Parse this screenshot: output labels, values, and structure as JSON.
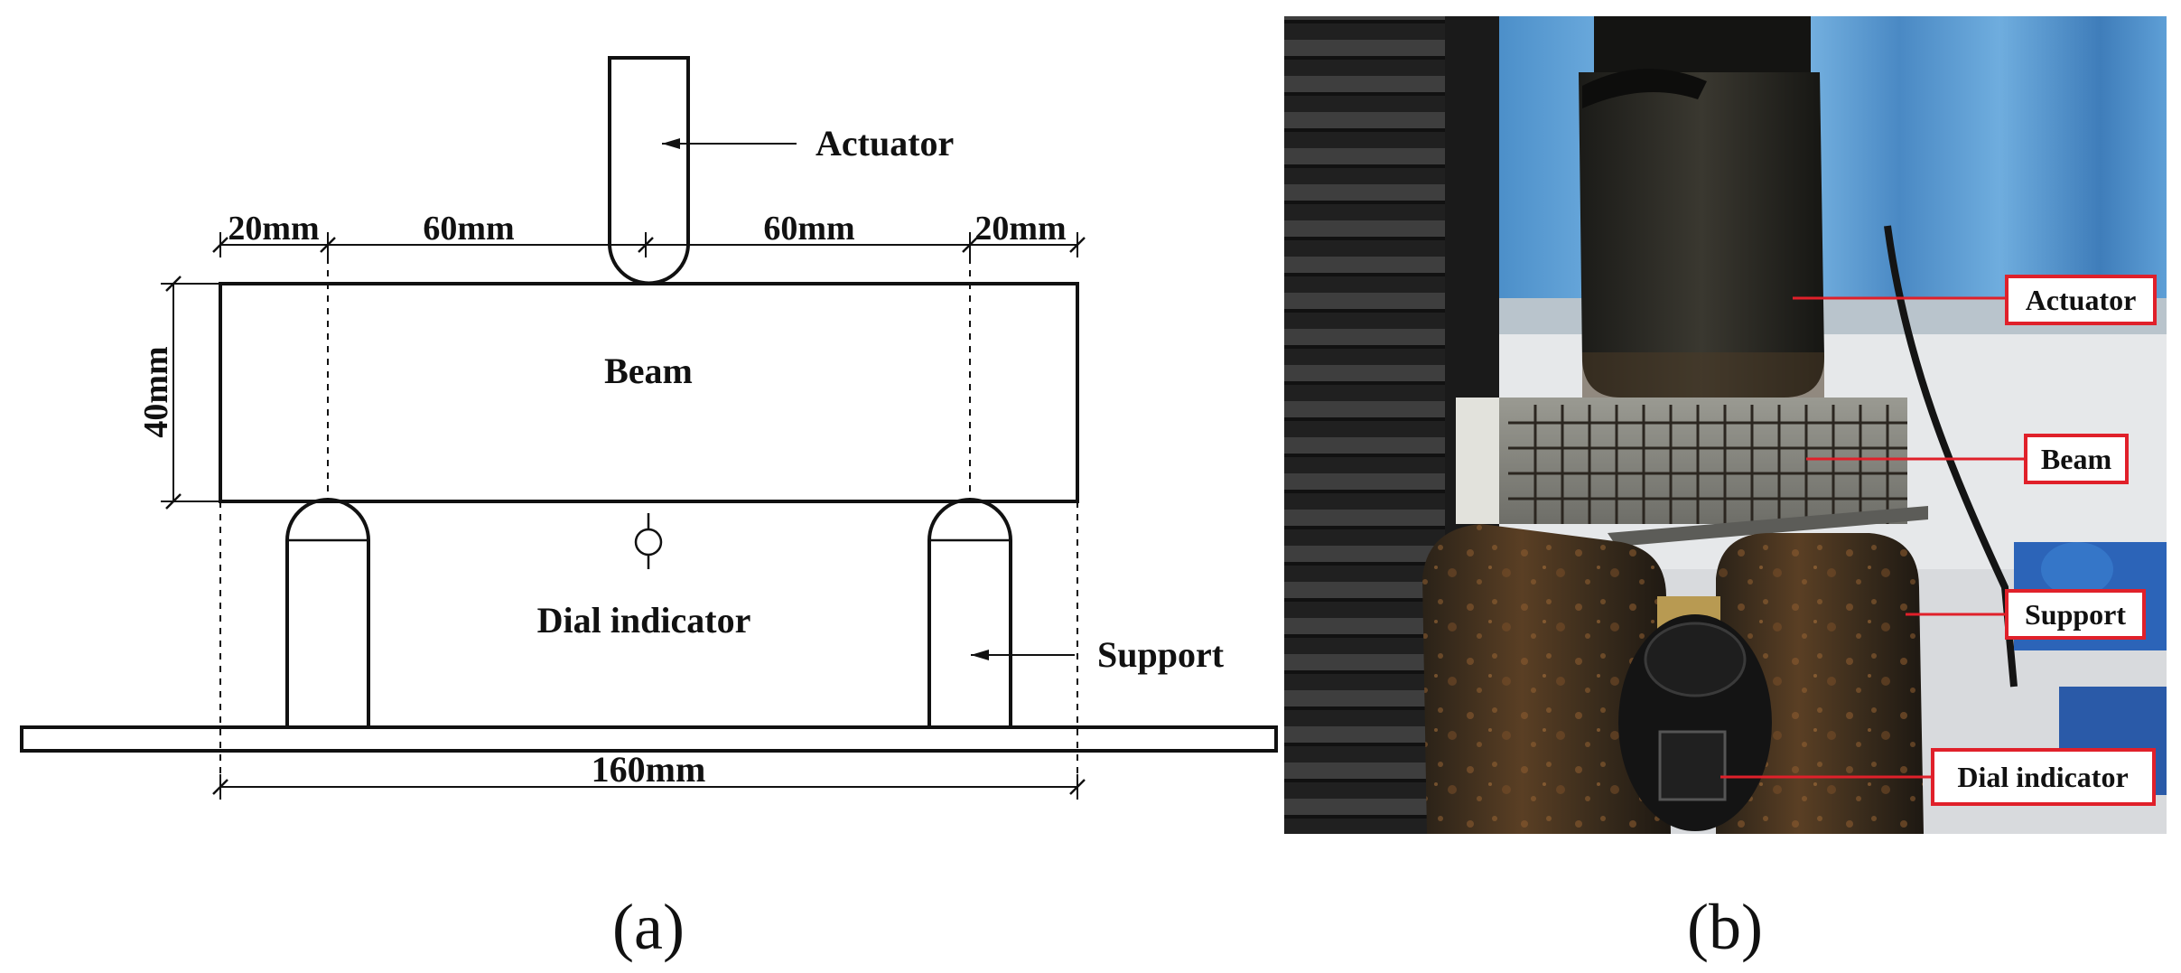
{
  "panel_a": {
    "caption": "(a)",
    "labels": {
      "actuator": "Actuator",
      "beam": "Beam",
      "dial_indicator": "Dial indicator",
      "support": "Support"
    },
    "dimensions": {
      "left_overhang": "20mm",
      "left_span": "60mm",
      "right_span": "60mm",
      "right_overhang": "20mm",
      "height": "40mm",
      "total_length": "160mm"
    }
  },
  "panel_b": {
    "caption": "(b)",
    "callouts": {
      "actuator": "Actuator",
      "beam": "Beam",
      "support": "Support",
      "dial_indicator": "Dial indicator"
    },
    "colors": {
      "callout_border": "#e0202a",
      "callout_line": "#e0202a"
    }
  }
}
